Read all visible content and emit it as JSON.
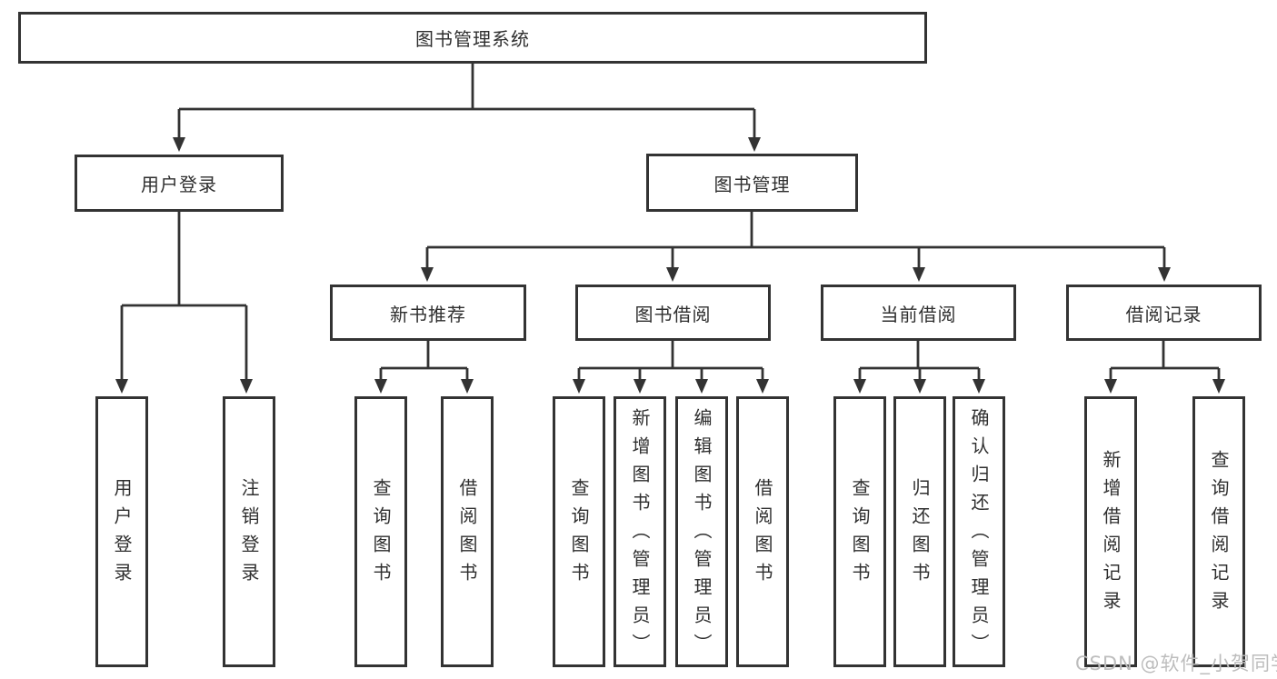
{
  "tree": {
    "root": {
      "label": "图书管理系统"
    },
    "branches": [
      {
        "label": "用户登录",
        "leaves": [
          {
            "label": "用户登录"
          },
          {
            "label": "注销登录"
          }
        ]
      },
      {
        "label": "图书管理",
        "groups": [
          {
            "label": "新书推荐",
            "leaves": [
              {
                "label": "查询图书"
              },
              {
                "label": "借阅图书"
              }
            ]
          },
          {
            "label": "图书借阅",
            "leaves": [
              {
                "label": "查询图书"
              },
              {
                "label": "新增图书（管理员）"
              },
              {
                "label": "编辑图书（管理员）"
              },
              {
                "label": "借阅图书"
              }
            ]
          },
          {
            "label": "当前借阅",
            "leaves": [
              {
                "label": "查询图书"
              },
              {
                "label": "归还图书"
              },
              {
                "label": "确认归还（管理员）"
              }
            ]
          },
          {
            "label": "借阅记录",
            "leaves": [
              {
                "label": "新增借阅记录"
              },
              {
                "label": "查询借阅记录"
              }
            ]
          }
        ]
      }
    ]
  },
  "watermark": {
    "text": "CSDN @软件_小贺同学"
  },
  "colors": {
    "line": "#333333",
    "box_border": "#333333",
    "text": "#2f2f2f",
    "watermark": "#bdbdbd",
    "background": "#ffffff"
  }
}
